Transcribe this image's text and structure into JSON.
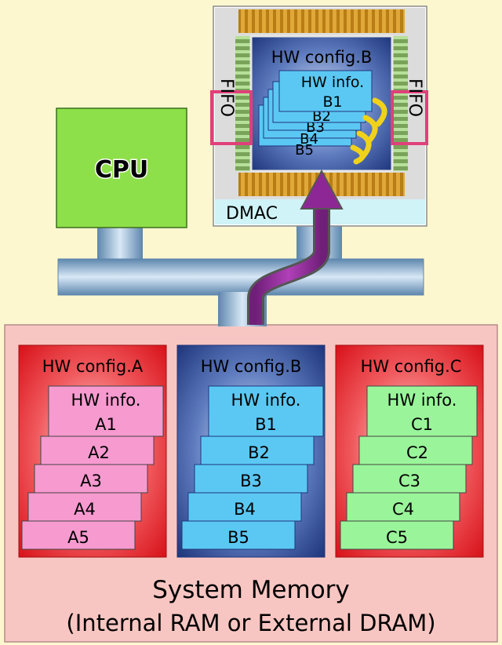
{
  "cpu": {
    "label": "CPU"
  },
  "accelerator": {
    "config_title": "HW config.B",
    "info_line1": "HW info.",
    "info_line2": "B1",
    "stack_labels": [
      "B2",
      "B3",
      "B4",
      "B5"
    ],
    "fifo_left": "FIFO",
    "fifo_right": "FIFO",
    "dmac": "DMAC"
  },
  "memory": {
    "title_line1": "System Memory",
    "title_line2": "(Internal RAM or External DRAM)",
    "configs": [
      {
        "title": "HW config.A",
        "info_line1": "HW info.",
        "items": [
          "A1",
          "A2",
          "A3",
          "A4",
          "A5"
        ]
      },
      {
        "title": "HW config.B",
        "info_line1": "HW info.",
        "items": [
          "B1",
          "B2",
          "B3",
          "B4",
          "B5"
        ]
      },
      {
        "title": "HW config.C",
        "info_line1": "HW info.",
        "items": [
          "C1",
          "C2",
          "C3",
          "C4",
          "C5"
        ]
      }
    ]
  },
  "colors": {
    "background": "#fdf7cf",
    "cpu_fill": "#8ee04a",
    "bus": "#7fa3c4",
    "config_a": "#e0161e",
    "config_b": "#263f86",
    "config_c": "#e0161e",
    "card_a": "#f79ad0",
    "card_b": "#5bc8f4",
    "card_c": "#9af59a",
    "memory_fill": "#f8c6c2",
    "arrow": "#8e2796",
    "fifo_highlight": "#e0407a"
  }
}
